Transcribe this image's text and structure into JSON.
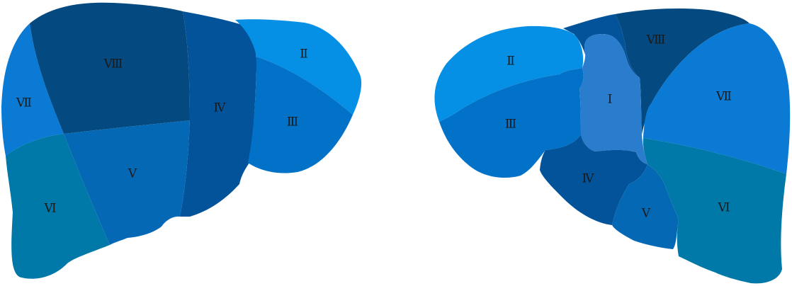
{
  "colors": {
    "c2": "#0590e6",
    "c3": "#0272c8",
    "c4": "#03539a",
    "c5": "#0568b4",
    "c6": "#0078a8",
    "c7": "#0a7ad4",
    "c8": "#04497f",
    "c1": "#2a7ccc",
    "background": "#ffffff"
  },
  "anterior_view": {
    "segments": {
      "seg2": "Ⅱ",
      "seg3": "Ⅲ",
      "seg4": "Ⅳ",
      "seg5": "Ⅴ",
      "seg6": "Ⅵ",
      "seg7": "Ⅶ",
      "seg8": "Ⅷ"
    }
  },
  "inferior_view": {
    "segments": {
      "seg1": "Ⅰ",
      "seg2": "Ⅱ",
      "seg3": "Ⅲ",
      "seg4": "Ⅳ",
      "seg5": "Ⅴ",
      "seg6": "Ⅵ",
      "seg7": "Ⅶ",
      "seg8": "Ⅷ"
    }
  }
}
